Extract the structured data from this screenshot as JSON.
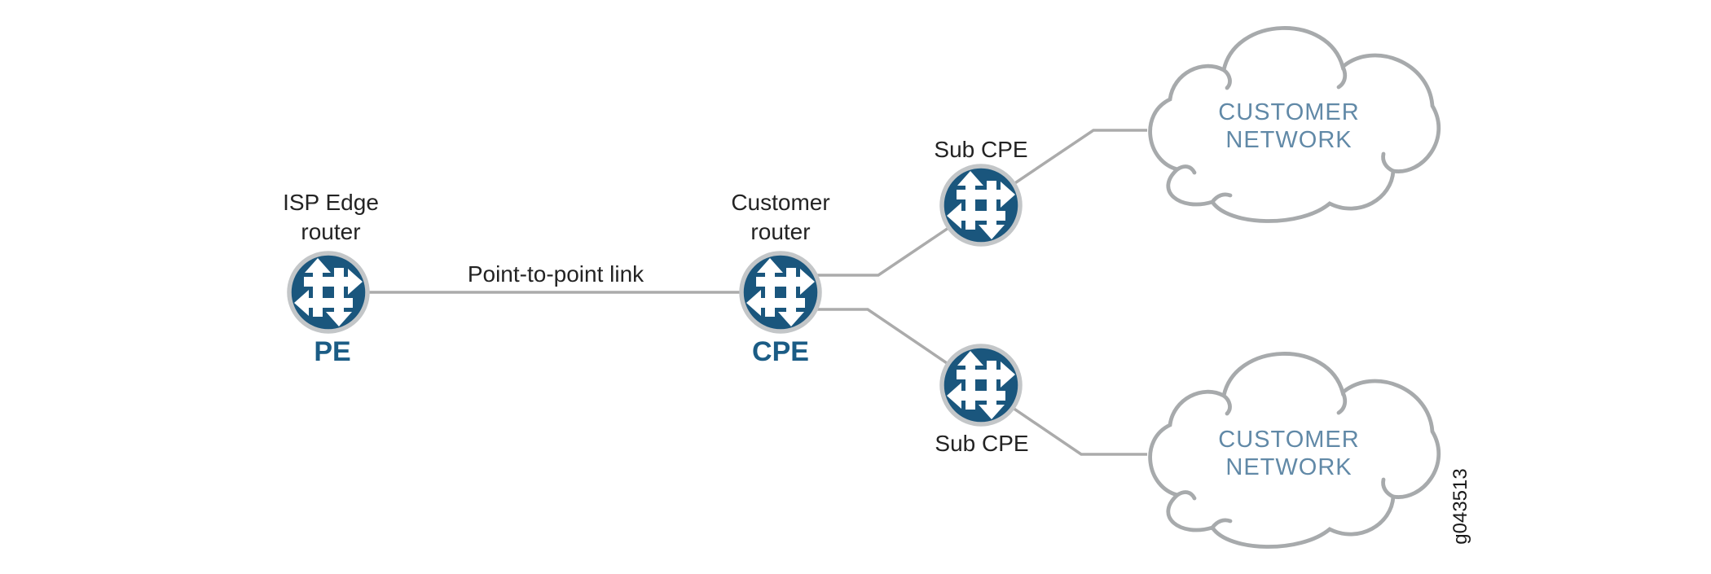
{
  "figure_id": "g043513",
  "colors": {
    "background": "#FFFFFF",
    "router_fill": "#1A567D",
    "router_ring": "#C3C6C8",
    "router_arrows": "#FFFFFF",
    "link_line": "#ABABAB",
    "cloud_outline": "#A7AAAC",
    "node_label_text": "#232323",
    "role_label_text": "#1B5C85",
    "cloud_label_text": "#6189A7"
  },
  "nodes": {
    "pe_router": {
      "title_line1": "ISP Edge",
      "title_line2": "router",
      "role_label": "PE",
      "icon": "juniper-router-icon"
    },
    "cpe_router": {
      "title_line1": "Customer",
      "title_line2": "router",
      "role_label": "CPE",
      "icon": "juniper-router-icon"
    },
    "sub_cpe_top": {
      "label": "Sub CPE",
      "icon": "juniper-router-icon"
    },
    "sub_cpe_bottom": {
      "label": "Sub CPE",
      "icon": "juniper-router-icon"
    },
    "customer_network_top": {
      "label_line1": "CUSTOMER",
      "label_line2": "NETWORK",
      "icon": "cloud-icon"
    },
    "customer_network_bottom": {
      "label_line1": "CUSTOMER",
      "label_line2": "NETWORK",
      "icon": "cloud-icon"
    }
  },
  "links": {
    "pe_to_cpe": {
      "label": "Point-to-point link"
    },
    "cpe_to_sub_cpe_top": {
      "label": ""
    },
    "cpe_to_sub_cpe_bottom": {
      "label": ""
    }
  }
}
